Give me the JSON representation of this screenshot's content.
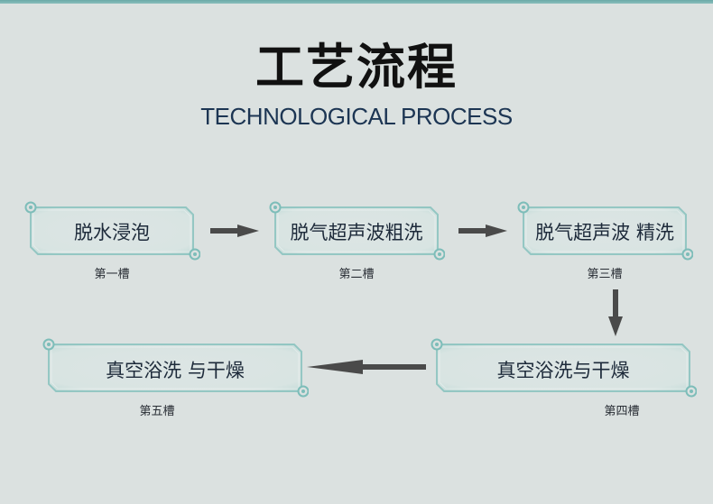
{
  "header": {
    "title": "工艺流程",
    "subtitle": "TECHNOLOGICAL PROCESS"
  },
  "colors": {
    "background": "#dbe1e0",
    "accent": "#7dbdb9",
    "arrow": "#4a4a4a",
    "title": "#111111",
    "subtitle": "#1c3553"
  },
  "steps": [
    {
      "label": "脱水浸泡",
      "slot": "第一槽"
    },
    {
      "label": "脱气超声波粗洗",
      "slot": "第二槽"
    },
    {
      "label": "脱气超声波 精洗",
      "slot": "第三槽"
    },
    {
      "label": "真空浴洗与干燥",
      "slot": "第四槽"
    },
    {
      "label": "真空浴洗 与干燥",
      "slot": "第五槽"
    }
  ],
  "flow": [
    {
      "from": "第一槽",
      "to": "第二槽",
      "direction": "right"
    },
    {
      "from": "第二槽",
      "to": "第三槽",
      "direction": "right"
    },
    {
      "from": "第三槽",
      "to": "第四槽",
      "direction": "down"
    },
    {
      "from": "第四槽",
      "to": "第五槽",
      "direction": "left"
    }
  ]
}
